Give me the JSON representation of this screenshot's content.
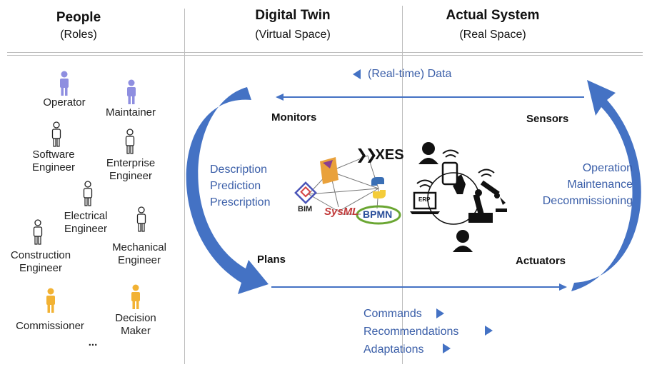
{
  "columns": {
    "people": {
      "title": "People",
      "subtitle": "(Roles)"
    },
    "digital_twin": {
      "title": "Digital Twin",
      "subtitle": "(Virtual Space)"
    },
    "actual_system": {
      "title": "Actual System",
      "subtitle": "(Real Space)"
    }
  },
  "roles": {
    "operator": "Operator",
    "maintainer": "Maintainer",
    "software_engineer": [
      "Software",
      "Engineer"
    ],
    "enterprise_engineer": [
      "Enterprise",
      "Engineer"
    ],
    "electrical_engineer": [
      "Electrical",
      "Engineer"
    ],
    "mechanical_engineer": [
      "Mechanical",
      "Engineer"
    ],
    "construction_engineer": [
      "Construction",
      "Engineer"
    ],
    "commissioner": "Commissioner",
    "decision_maker": [
      "Decision",
      "Maker"
    ],
    "ellipsis": "..."
  },
  "flow": {
    "data_label": "(Real-time) Data",
    "monitors": "Monitors",
    "plans": "Plans",
    "sensors": "Sensors",
    "actuators": "Actuators",
    "twin_functions": [
      "Description",
      "Prediction",
      "Prescription"
    ],
    "system_functions": [
      "Operation",
      "Maintenance",
      "Decommissioning"
    ],
    "outputs": [
      "Commands",
      "Recommendations",
      "Adaptations"
    ]
  },
  "logos": {
    "xes": "XES",
    "bim": "BIM",
    "sysml": "SysML",
    "bpmn": "BPMN",
    "erp": "ERP"
  },
  "colors": {
    "accent_blue": "#3a5ea8",
    "arrow_blue": "#4472c4",
    "role_purple": "#8e8ee0",
    "role_orange": "#f2b233"
  }
}
